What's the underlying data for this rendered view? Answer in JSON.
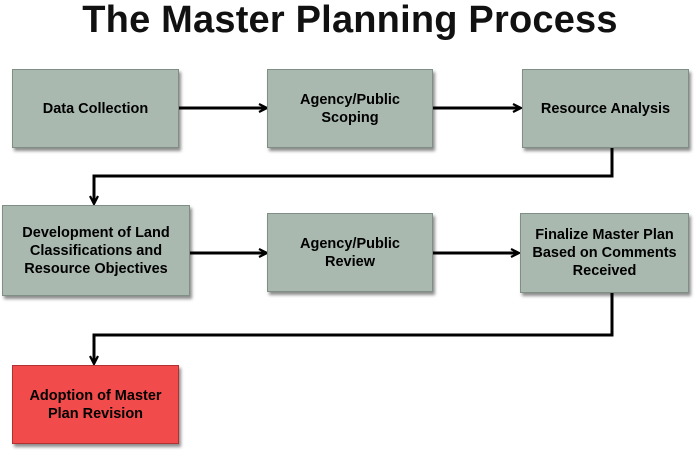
{
  "title": "The Master Planning Process",
  "colors": {
    "step_fill": "#a9b9b0",
    "final_fill": "#f24b4b",
    "arrow": "#000000"
  },
  "steps": [
    {
      "id": "data-collection",
      "label": "Data Collection"
    },
    {
      "id": "agency-public-scoping",
      "label": "Agency/Public Scoping"
    },
    {
      "id": "resource-analysis",
      "label": "Resource Analysis"
    },
    {
      "id": "land-classifications",
      "label": "Development of Land Classifications and Resource Objectives"
    },
    {
      "id": "agency-public-review",
      "label": "Agency/Public Review"
    },
    {
      "id": "finalize-master-plan",
      "label": "Finalize Master Plan Based on Comments Received"
    },
    {
      "id": "adoption",
      "label": "Adoption of Master Plan Revision"
    }
  ]
}
